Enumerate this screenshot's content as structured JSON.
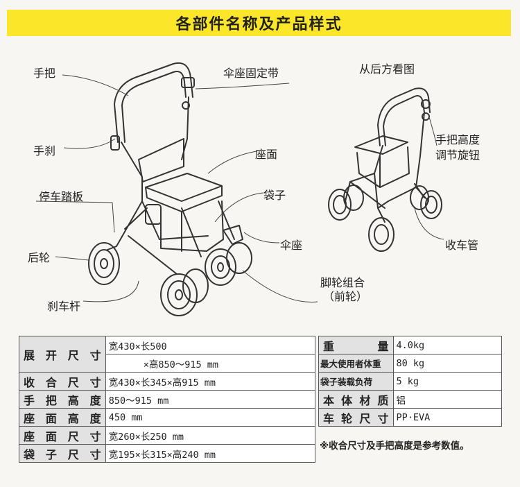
{
  "title": "各部件名称及产品样式",
  "labels": {
    "handle": "手把",
    "brake_handle": "手刹",
    "parking_pedal": "停车踏板",
    "rear_wheel": "后轮",
    "brake_lever": "刹车杆",
    "umbrella_strap": "伞座固定带",
    "seat_surface": "座面",
    "bag": "袋子",
    "umbrella_seat": "伞座",
    "caster_line1": "脚轮组合",
    "caster_line2": "（前轮）",
    "rear_view": "从后方看图",
    "height_knob_line1": "手把高度",
    "height_knob_line2": "调节旋钮",
    "folding_tube": "收车管"
  },
  "specs_left": [
    {
      "key": "展开尺寸",
      "line1": "宽430×长500",
      "line2": "×高850～915 mm"
    },
    {
      "key": "收合尺寸",
      "value": "宽430×长345×高915 mm"
    },
    {
      "key": "手把高度",
      "value": "850～915 mm"
    },
    {
      "key": "座面高度",
      "value": "450 mm"
    },
    {
      "key": "座面尺寸",
      "value": "宽260×长250 mm"
    },
    {
      "key": "袋子尺寸",
      "value": "宽195×长315×高240 mm"
    }
  ],
  "specs_right": [
    {
      "key": "重量",
      "value": "4.0kg"
    },
    {
      "key": "最大使用者体重",
      "value": "80 kg"
    },
    {
      "key": "袋子装载负荷",
      "value": "5 kg"
    },
    {
      "key": "本体材质",
      "value": "铝"
    },
    {
      "key": "车轮尺寸",
      "value": "PP·EVA"
    }
  ],
  "note": "※收合尺寸及手把高度是参考数值。"
}
